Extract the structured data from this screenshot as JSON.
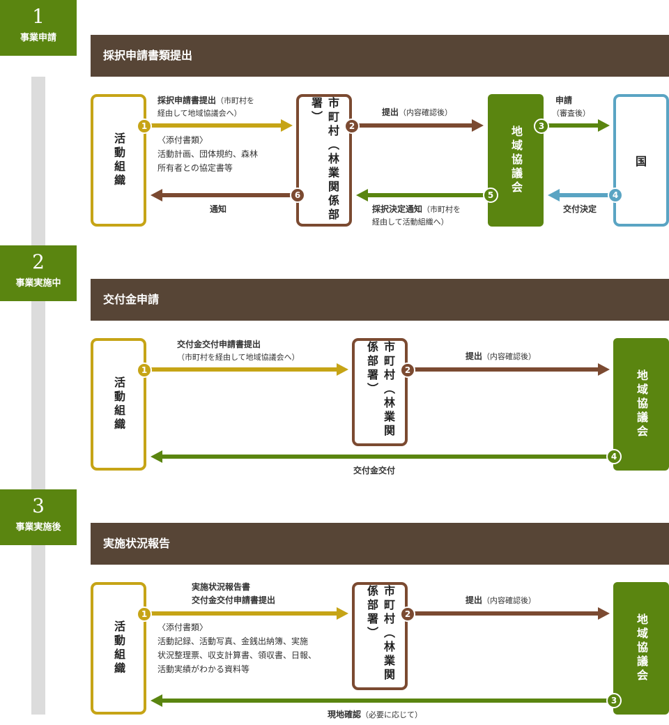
{
  "colors": {
    "yellow": "#c6a416",
    "brown": "#7b4a31",
    "green": "#5a8510",
    "blue": "#5aa4c3",
    "dark_bar": "#574536"
  },
  "steps": [
    {
      "num": "1",
      "label": "事業申請"
    },
    {
      "num": "2",
      "label": "事業実施中"
    },
    {
      "num": "3",
      "label": "事業実施後"
    }
  ],
  "sections": [
    {
      "title": "採択申請書類提出",
      "nodes": {
        "org": "活動組織",
        "city": "市町村（林業関係部署）",
        "council": "地域協議会",
        "nation": "国"
      },
      "labels": {
        "l1_bold": "採択申請書提出",
        "l1_note_a": "（市町村を",
        "l1_note_b": "経由して地域協議会へ）",
        "l1_att_title": "〈添付書類〉",
        "l1_att_1": "活動計画、団体規約、森林",
        "l1_att_2": "所有者との協定書等",
        "l2_bold": "提出",
        "l2_note": "（内容確認後）",
        "l3_bold": "申請",
        "l3_note": "（審査後）",
        "l4": "交付決定",
        "l5_bold": "採択決定通知",
        "l5_note_a": "（市町村を",
        "l5_note_b": "経由して活動組織へ）",
        "l6": "通知"
      }
    },
    {
      "title": "交付金申請",
      "nodes": {
        "org": "活動組織",
        "city": "市町村（林業関係部署）",
        "council": "地域協議会"
      },
      "labels": {
        "l1_bold": "交付金交付申請書提出",
        "l1_note": "（市町村を経由して地域協議会へ）",
        "l2_bold": "提出",
        "l2_note": "（内容確認後）",
        "l4": "交付金交付"
      }
    },
    {
      "title": "実施状況報告",
      "nodes": {
        "org": "活動組織",
        "city": "市町村（林業関係部署）",
        "council": "地域協議会"
      },
      "labels": {
        "l1_bold_a": "実施状況報告書",
        "l1_bold_b": "交付金交付申請書提出",
        "l1_att_title": "〈添付書類〉",
        "l1_att_1": "活動記録、活動写真、金銭出納簿、実施",
        "l1_att_2": "状況整理票、収支計算書、領収書、日報、",
        "l1_att_3": "活動実績がわかる資料等",
        "l2_bold": "提出",
        "l2_note": "（内容確認後）",
        "l3_bold": "現地確認",
        "l3_note": "（必要に応じて）"
      }
    }
  ],
  "badges": {
    "b1": "1",
    "b2": "2",
    "b3": "3",
    "b4": "4",
    "b5": "5",
    "b6": "6"
  }
}
